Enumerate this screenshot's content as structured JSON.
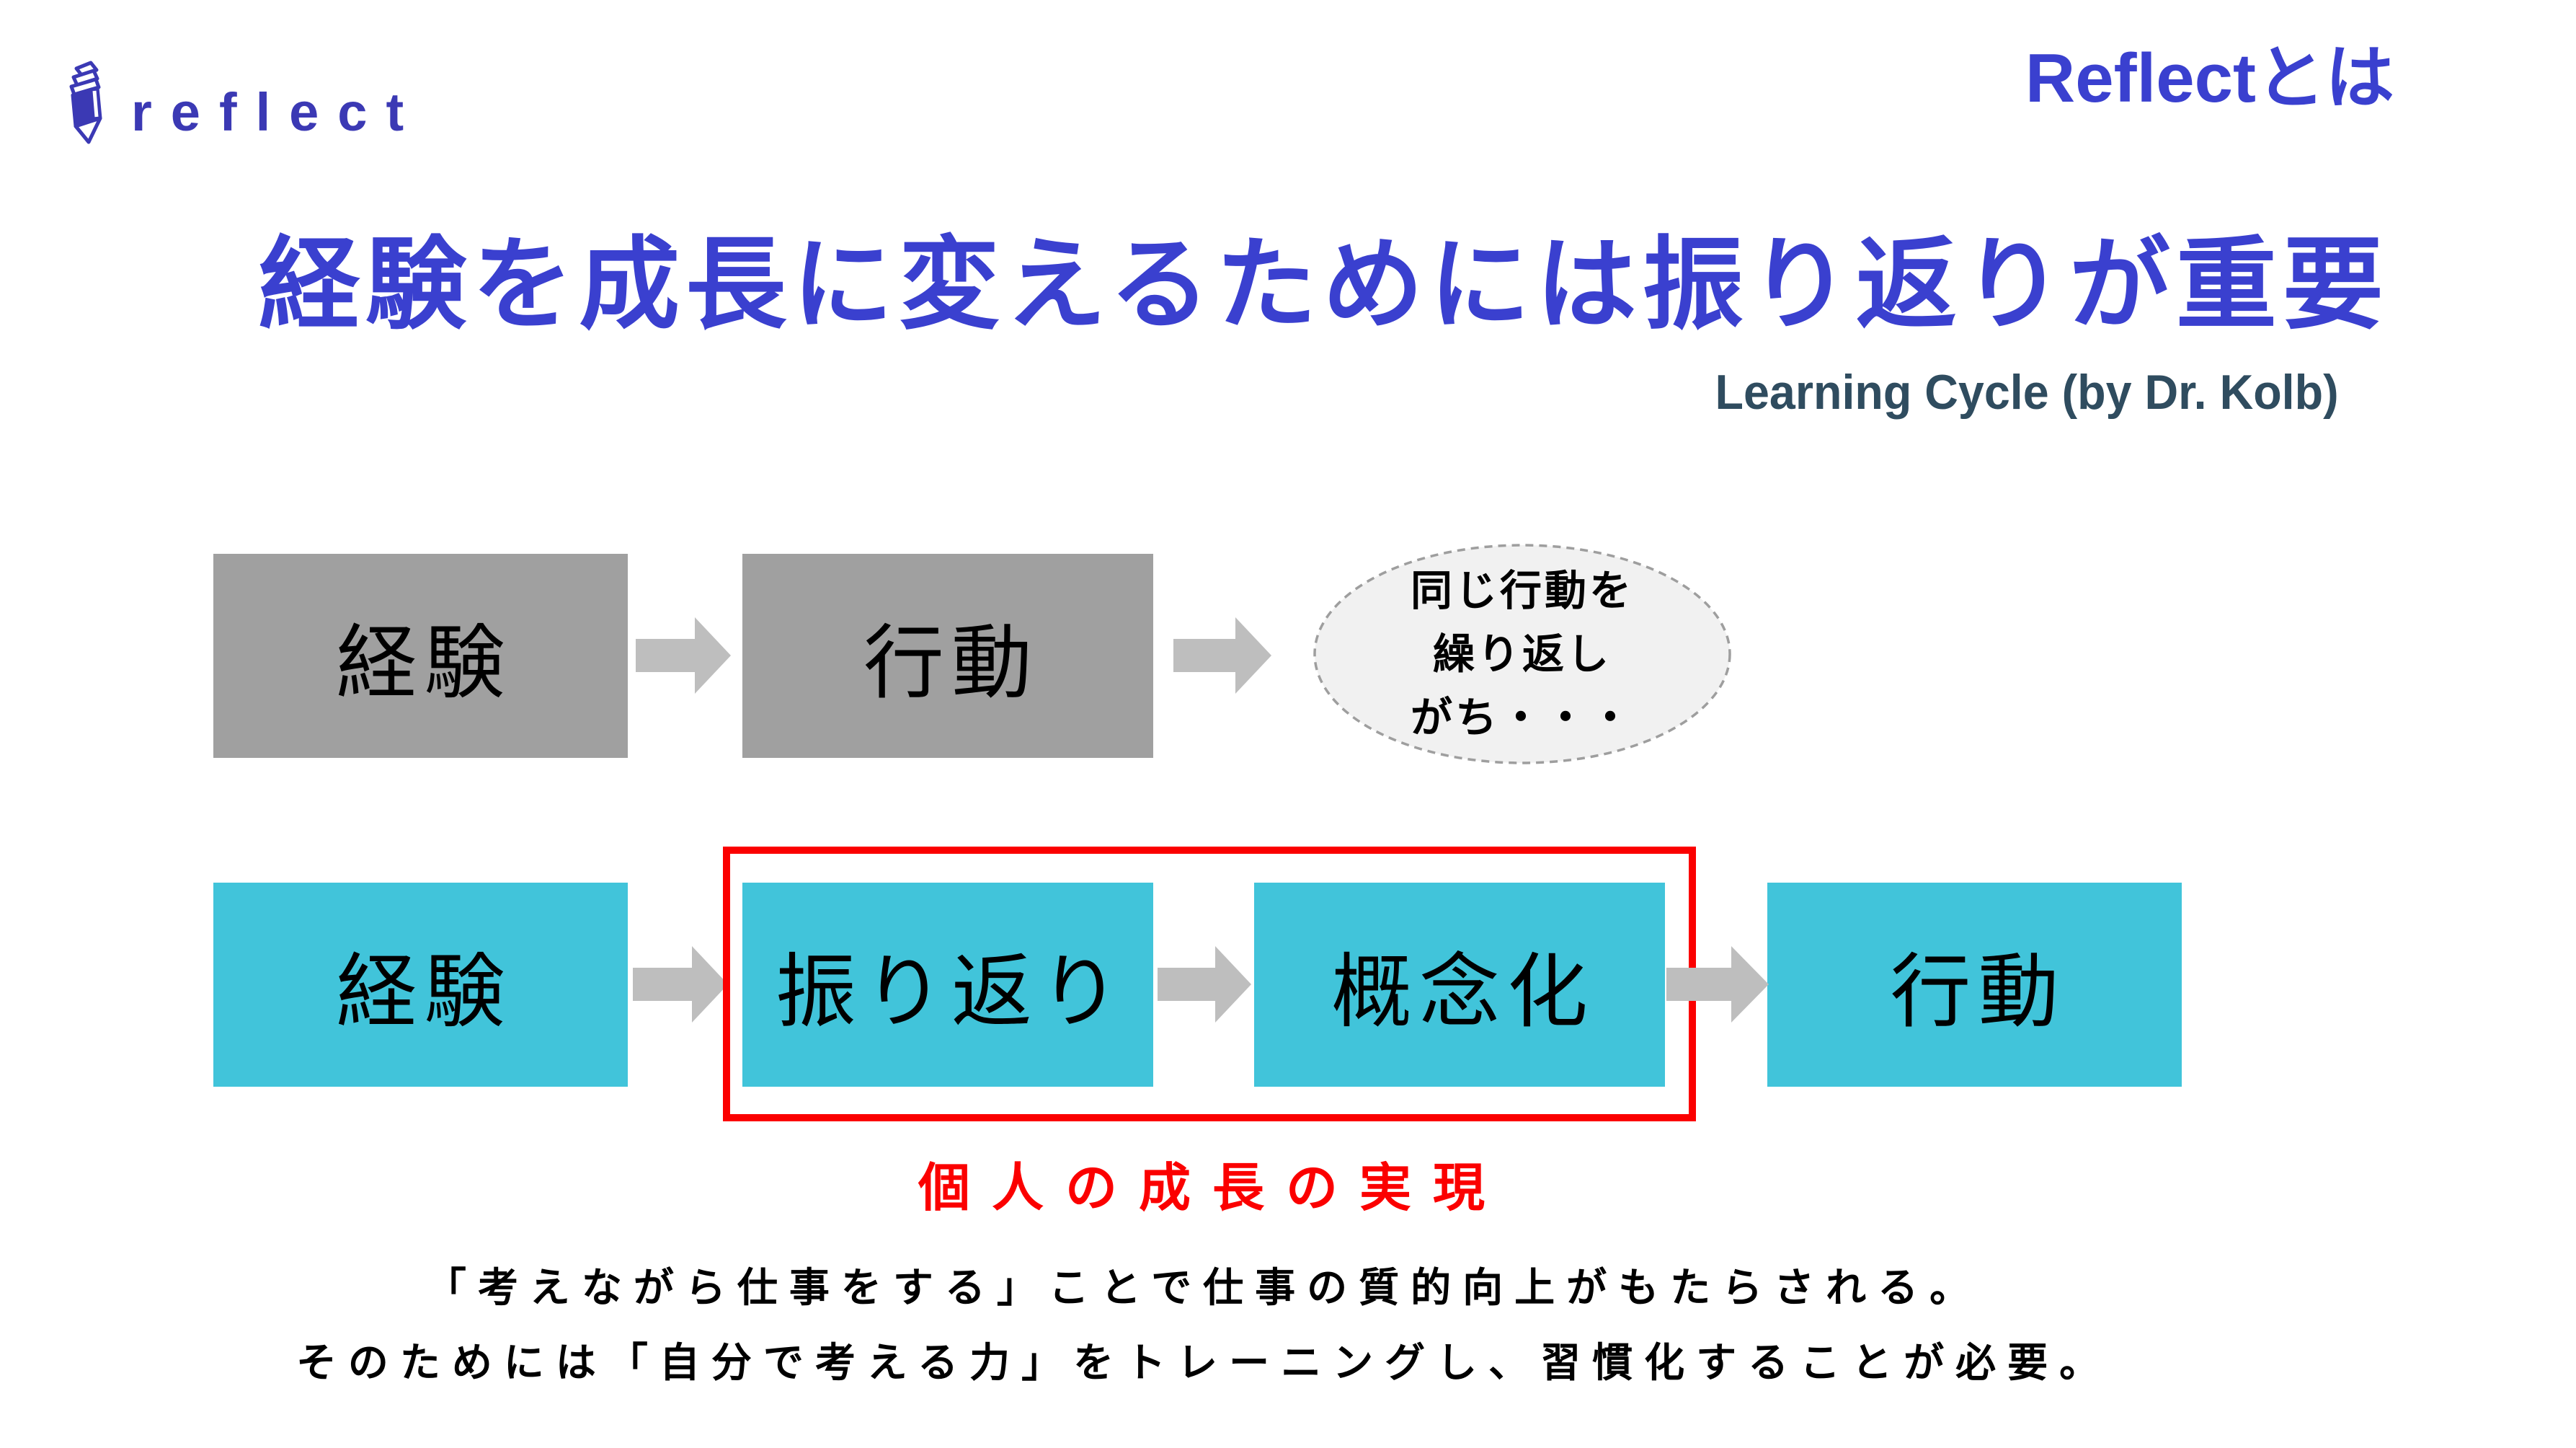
{
  "brand": {
    "name": "reflect"
  },
  "header": {
    "corner_label": "Reflectとは"
  },
  "title": "経験を成長に変えるためには振り返りが重要",
  "subtitle": "Learning Cycle (by Dr. Kolb)",
  "diagram": {
    "top_row": {
      "box1": "経験",
      "box2": "行動",
      "ellipse": {
        "line1": "同じ行動を",
        "line2": "繰り返し",
        "line3": "がち・・・"
      }
    },
    "bottom_row": {
      "box1": "経験",
      "box2": "振り返り",
      "box3": "概念化",
      "box4": "行動"
    },
    "highlight_label": "個人の成長の実現"
  },
  "footer": {
    "line1": "「考えながら仕事をする」ことで仕事の質的向上がもたらされる。",
    "line2": "そのためには「自分で考える力」をトレーニングし、習慣化することが必要。"
  },
  "colors": {
    "brand_blue": "#3B39B4",
    "heading_blue": "#3A40CF",
    "subtitle_slate": "#2F4C5F",
    "box_gray": "#A0A0A0",
    "arrow_gray": "#BEBEBE",
    "box_cyan": "#41C4DA",
    "highlight_red": "#FB0000",
    "ellipse_fill": "#F1F1F1",
    "ellipse_border": "#9E9E9E",
    "text_black": "#000000"
  }
}
